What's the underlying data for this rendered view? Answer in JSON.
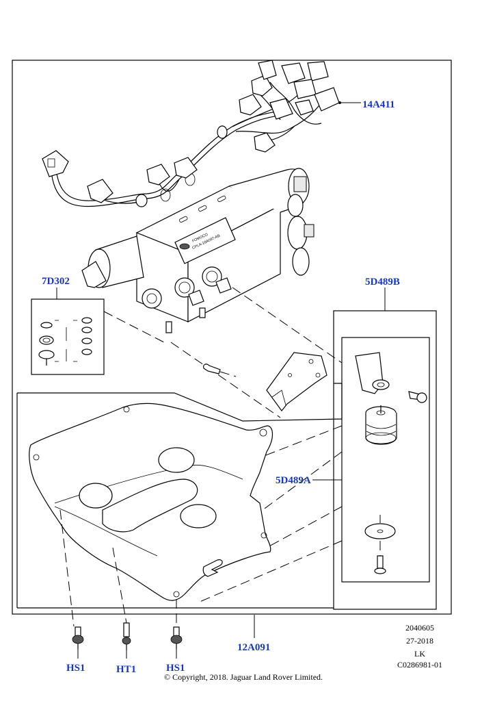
{
  "diagram": {
    "callouts": {
      "harness": "14A411",
      "seal_kit": "7D302",
      "mount_kit_b": "5D489B",
      "mount_kit_a": "5D489A",
      "bracket": "12A091",
      "bolt_left": "HS1",
      "bolt_middle": "HT1",
      "bolt_right": "HS1"
    },
    "valve_block_label": {
      "line1": "FOMOCO",
      "line2": "CPLA-18A097-AB"
    },
    "reference": {
      "code": "2040605",
      "date": "27-2018",
      "initials": "LK",
      "illustration_id": "C0286981-01"
    },
    "copyright": "© Copyright, 2018. Jaguar Land Rover Limited.",
    "colors": {
      "callout": "#1536c8",
      "line": "#000000",
      "background": "#ffffff"
    }
  }
}
